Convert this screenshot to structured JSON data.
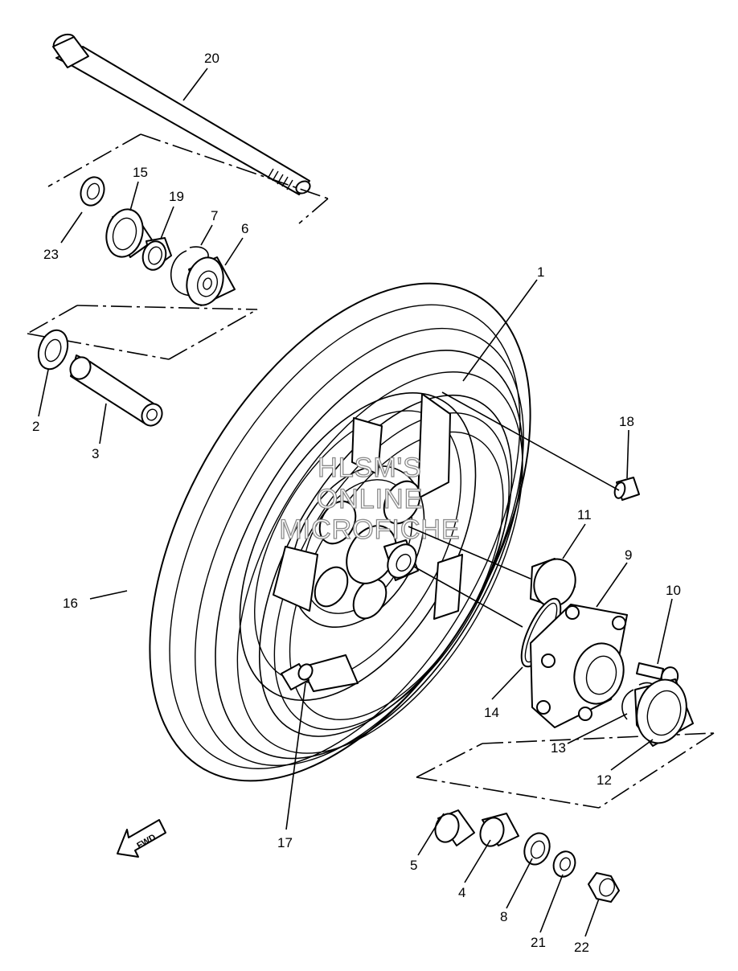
{
  "callouts": [
    {
      "id": "1",
      "text": "1"
    },
    {
      "id": "2",
      "text": "2"
    },
    {
      "id": "3",
      "text": "3"
    },
    {
      "id": "4",
      "text": "4"
    },
    {
      "id": "5",
      "text": "5"
    },
    {
      "id": "6",
      "text": "6"
    },
    {
      "id": "7",
      "text": "7"
    },
    {
      "id": "8",
      "text": "8"
    },
    {
      "id": "9",
      "text": "9"
    },
    {
      "id": "10",
      "text": "10"
    },
    {
      "id": "11",
      "text": "11"
    },
    {
      "id": "12",
      "text": "12"
    },
    {
      "id": "13",
      "text": "13"
    },
    {
      "id": "14",
      "text": "14"
    },
    {
      "id": "15",
      "text": "15"
    },
    {
      "id": "16",
      "text": "16"
    },
    {
      "id": "17",
      "text": "17"
    },
    {
      "id": "18",
      "text": "18"
    },
    {
      "id": "19",
      "text": "19"
    },
    {
      "id": "20",
      "text": "20"
    },
    {
      "id": "21",
      "text": "21"
    },
    {
      "id": "22",
      "text": "22"
    },
    {
      "id": "23",
      "text": "23"
    }
  ],
  "direction_arrow": {
    "label": "FWD"
  },
  "watermark": {
    "lines": [
      "HLSM'S",
      "ONLINE",
      "MICROFICHE"
    ]
  }
}
